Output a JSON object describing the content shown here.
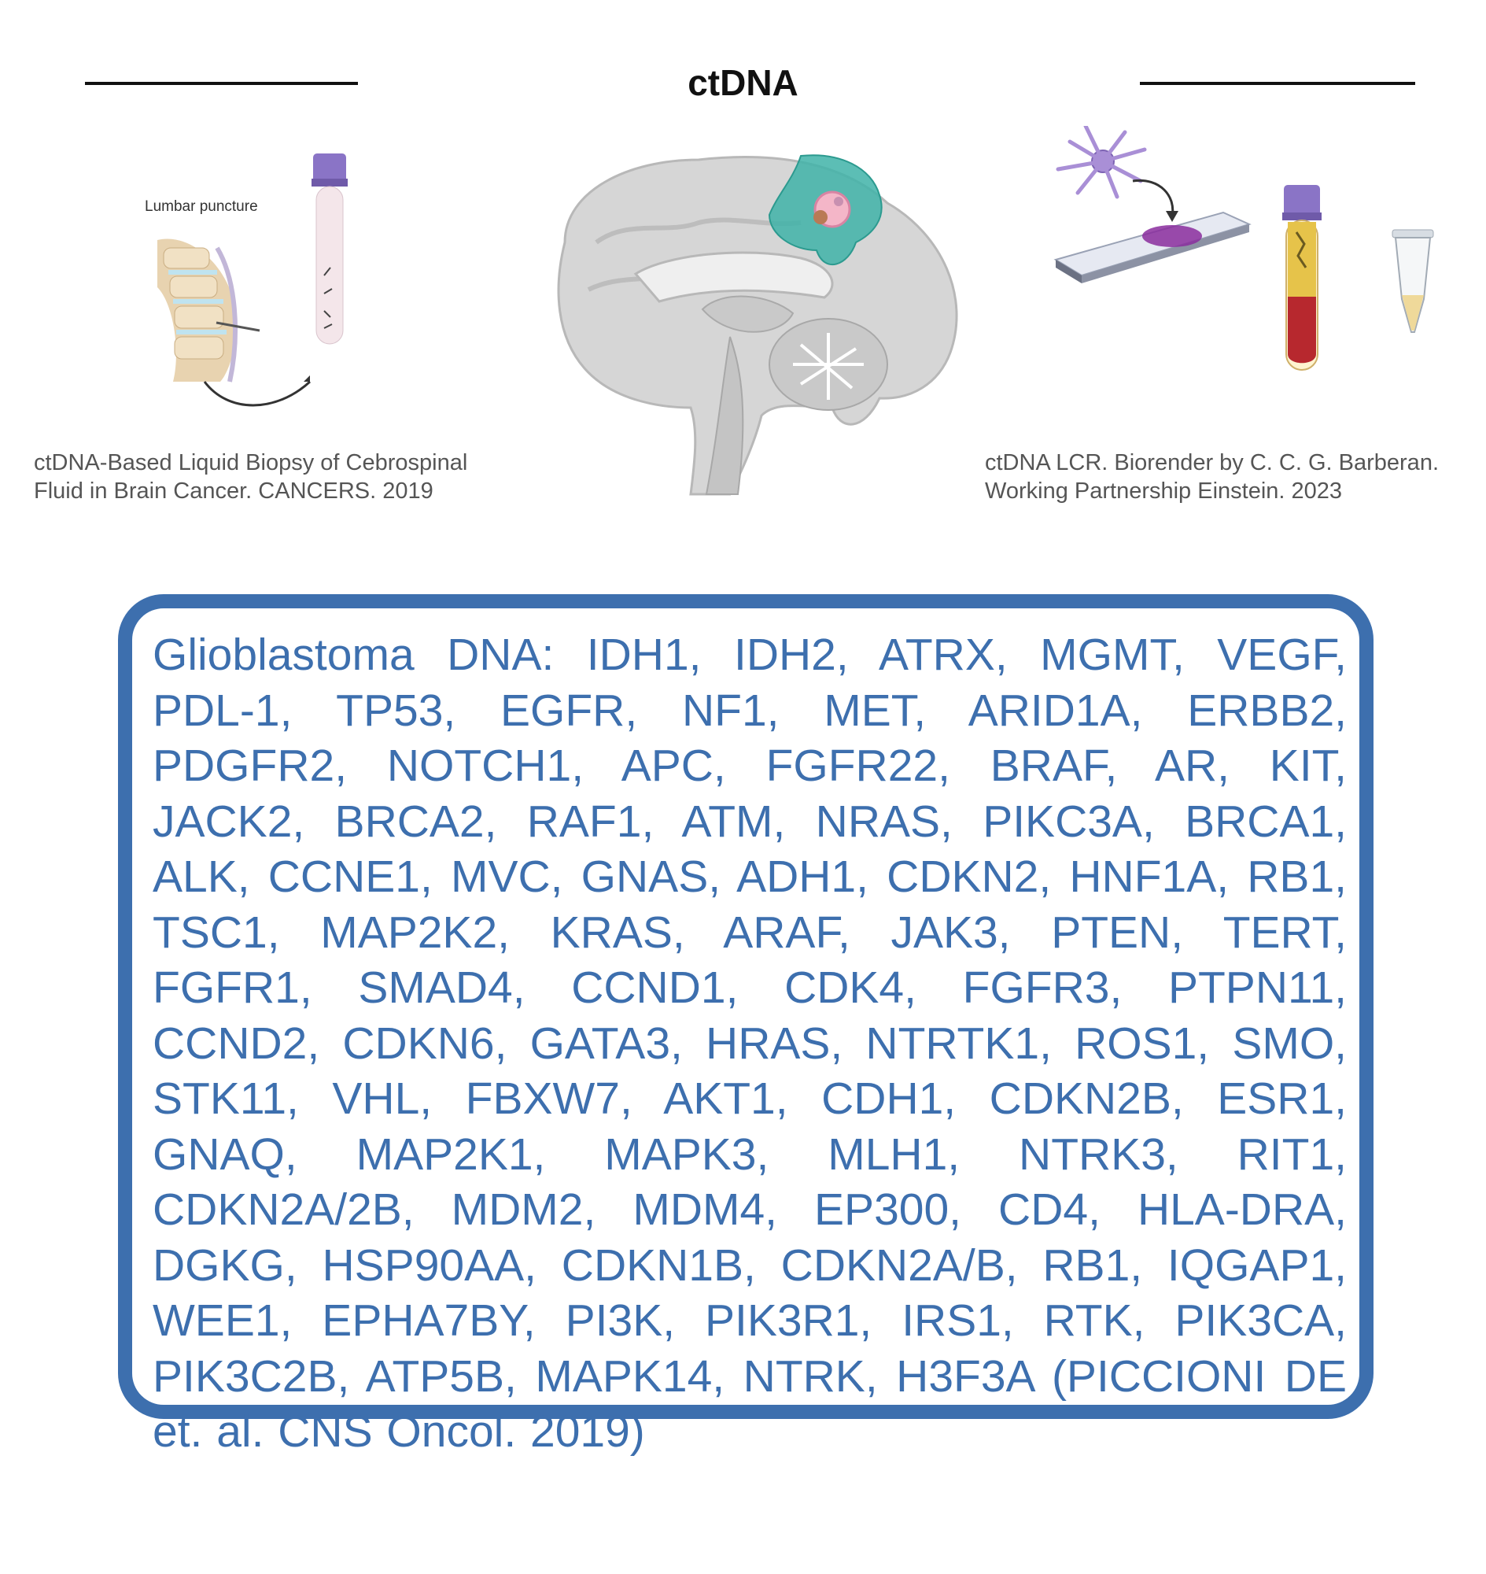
{
  "header": {
    "title": "ctDNA"
  },
  "left_figure": {
    "label": "Lumbar puncture",
    "caption_line1": "ctDNA-Based Liquid Biopsy of Cebrospinal",
    "caption_line2": "Fluid in Brain Cancer. CANCERS. 2019",
    "icons": [
      "spine-icon",
      "blood-tube-icon",
      "arrow-icon"
    ]
  },
  "center_figure": {
    "icons": [
      "brain-sagittal-icon",
      "tumor-icon"
    ],
    "colors": {
      "tumor_region": "#3fb3a8",
      "tumor_core": "#f4b6c8"
    }
  },
  "right_figure": {
    "caption_line1": "ctDNA LCR. Biorender by C. C. G. Barberan.",
    "caption_line2": "Working Partnership Einstein. 2023",
    "icons": [
      "neuron-icon",
      "microscope-slide-icon",
      "blood-tube-icon",
      "microcentrifuge-tube-icon"
    ]
  },
  "gene_box": {
    "text": "Glioblastoma DNA: IDH1, IDH2, ATRX, MGMT, VEGF, PDL-1, TP53, EGFR, NF1, MET, ARID1A, ERBB2, PDGFR2, NOTCH1, APC, FGFR22, BRAF, AR, KIT, JACK2, BRCA2, RAF1, ATM, NRAS, PIKC3A, BRCA1, ALK, CCNE1, MVC, GNAS, ADH1, CDKN2, HNF1A, RB1, TSC1, MAP2K2, KRAS, ARAF, JAK3, PTEN, TERT, FGFR1, SMAD4, CCND1, CDK4, FGFR3, PTPN11, CCND2, CDKN6, GATA3, HRAS, NTRTK1, ROS1, SMO, STK11, VHL, FBXW7, AKT1, CDH1, CDKN2B, ESR1, GNAQ, MAP2K1, MAPK3, MLH1, NTRK3, RIT1, CDKN2A/2B, MDM2, MDM4, EP300, CD4, HLA-DRA, DGKG, HSP90AA, CDKN1B, CDKN2A/B, RB1, IQGAP1, WEE1, EPHA7BY, PI3K, PIK3R1, IRS1, RTK, PIK3CA, PIK3C2B, ATP5B, MAPK14, NTRK, H3F3A (PICCIONI DE et. al. CNS Oncol. 2019)",
    "color": "#3d6fae"
  }
}
